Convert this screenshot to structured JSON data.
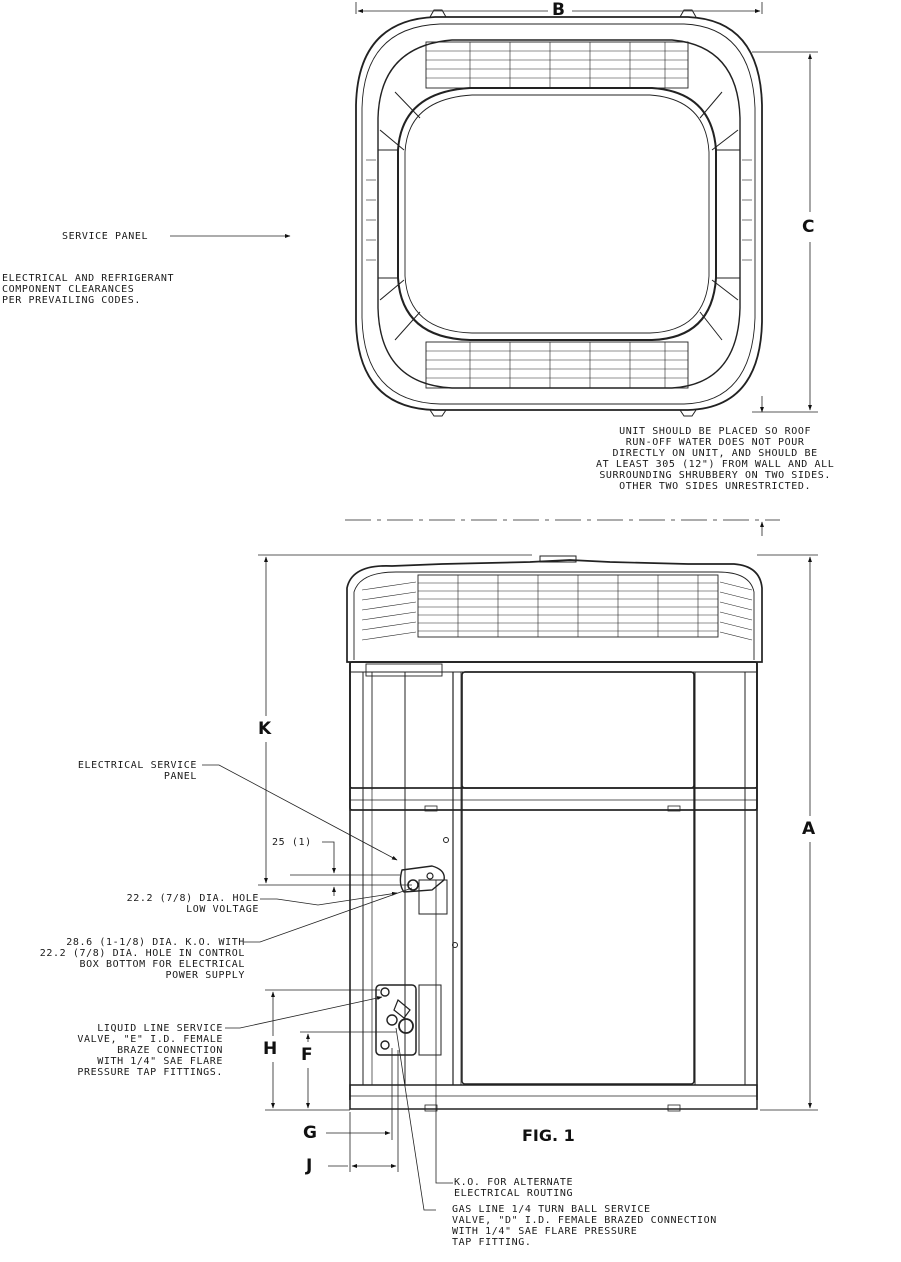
{
  "figure_label": "FIG. 1",
  "dimension_letters": {
    "A": "A",
    "B": "B",
    "C": "C",
    "F": "F",
    "G": "G",
    "H": "H",
    "J": "J",
    "K": "K"
  },
  "callouts": {
    "service_panel": "SERVICE PANEL",
    "clearances": "ELECTRICAL AND REFRIGERANT\nCOMPONENT CLEARANCES\nPER PREVAILING CODES.",
    "placement": "UNIT SHOULD BE PLACED SO ROOF\nRUN-OFF WATER DOES NOT POUR\nDIRECTLY ON UNIT, AND SHOULD BE\nAT LEAST 305 (12\") FROM WALL AND ALL\nSURROUNDING SHRUBBERY ON TWO SIDES.\nOTHER TWO SIDES UNRESTRICTED.",
    "electrical_service_panel": "ELECTRICAL SERVICE\nPANEL",
    "dim_25": "25 (1)",
    "low_voltage_hole": "22.2 (7/8) DIA. HOLE\nLOW VOLTAGE",
    "power_supply_ko": "28.6 (1-1/8) DIA. K.O. WITH\n22.2 (7/8) DIA. HOLE IN CONTROL\nBOX BOTTOM FOR ELECTRICAL\nPOWER SUPPLY",
    "liquid_line": "LIQUID LINE SERVICE\nVALVE, \"E\" I.D. FEMALE\nBRAZE CONNECTION\nWITH 1/4\" SAE FLARE\nPRESSURE TAP FITTINGS.",
    "alt_routing": "K.O. FOR ALTERNATE\nELECTRICAL ROUTING",
    "gas_line": "GAS LINE 1/4 TURN BALL SERVICE\nVALVE, \"D\" I.D. FEMALE BRAZED CONNECTION\nWITH 1/4\" SAE FLARE PRESSURE\nTAP FITTING."
  }
}
